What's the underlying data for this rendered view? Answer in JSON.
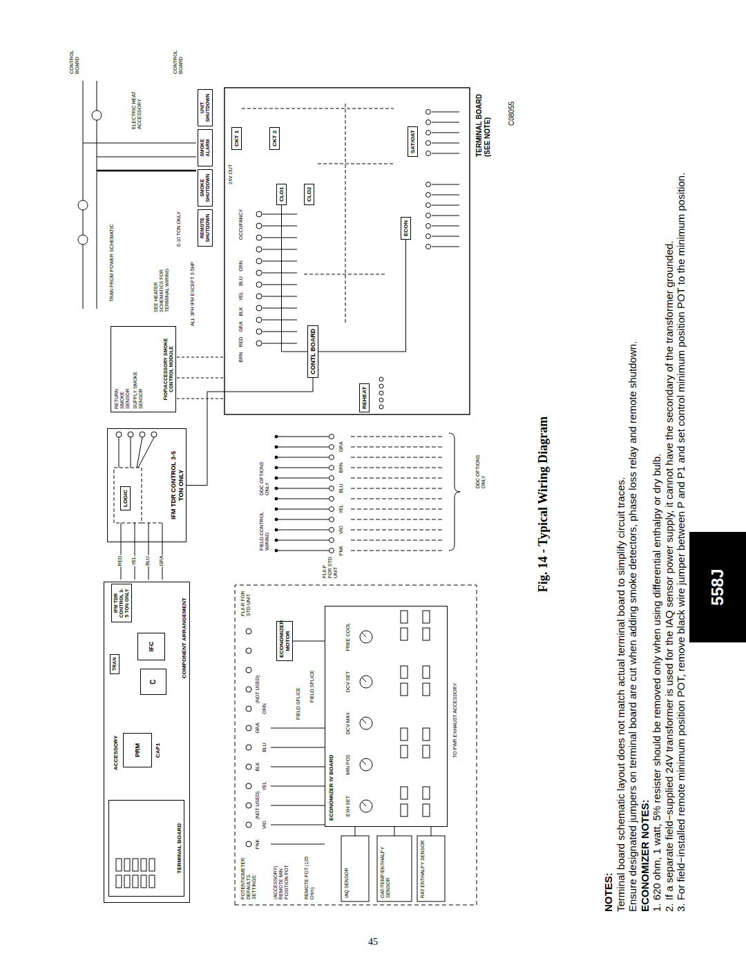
{
  "diagram": {
    "caption": "Fig. 14 - Typical Wiring Diagram",
    "nodes": [
      {
        "text": [
          "COMPONENT ARRANGEMENT"
        ]
      },
      {
        "text": [
          "TERMINAL BOARD"
        ],
        "in": 0
      },
      {
        "text": [
          "PRM"
        ],
        "in": 0
      },
      {
        "text": [
          "TRAN"
        ],
        "in": 0
      },
      {
        "text": [
          "C"
        ],
        "in": 0
      },
      {
        "text": [
          "IFC"
        ],
        "in": 0
      },
      {
        "text": [
          "IFM TDR CONTROL 3-5 TON ONLY"
        ],
        "in": 0
      },
      {
        "text": [
          "IFM TDR CONTROL 3-5 TON ONLY"
        ]
      },
      {
        "text": [
          "LOGIC"
        ],
        "in": 7
      },
      {
        "text": [
          "FIOP/ACCESSORY SMOKE CONTROL MODULE"
        ]
      },
      {
        "text": [
          "ECONOMIZER MOTOR"
        ]
      },
      {
        "text": [
          "ECONOMIZER IV BOARD"
        ]
      },
      {
        "text": [
          "CONTL BOARD"
        ]
      },
      {
        "text": [
          "REHEAT"
        ]
      },
      {
        "text": [
          "ECON"
        ]
      },
      {
        "text": [
          "SAT/OAT"
        ]
      },
      {
        "text": [
          "CLO1"
        ]
      },
      {
        "text": [
          "CLO2"
        ]
      },
      {
        "text": [
          "CKT 1"
        ]
      },
      {
        "text": [
          "CKT 2"
        ]
      },
      {
        "text": [
          "REMOTE SHUTDOWN"
        ]
      },
      {
        "text": [
          "SMOKE SHUTDOWN"
        ]
      },
      {
        "text": [
          "SMOKE ALARM"
        ]
      },
      {
        "text": [
          "UNIT SHUTDOWN"
        ]
      },
      {
        "text": [
          "558J"
        ]
      }
    ],
    "edges": [
      {
        "from": 7,
        "to": 12,
        "arrow": "none"
      },
      {
        "from": 10,
        "to": 11,
        "arrow": "none"
      },
      {
        "from": 14,
        "to": 12,
        "arrow": "none"
      },
      {
        "from": 16,
        "to": 12,
        "arrow": "none"
      }
    ],
    "labels": [
      "NOTES:",
      "Terminal board schematic layout does not match actual terminal board to simplify circuit traces.",
      "Ensure designated jumpers on terminal board are cut when adding smoke detectors, phase loss relay and remote shutdown.",
      "ECONOMIZER NOTES:",
      "1. 620 ohm, 1 watt, 5% resister should be removed only when using differential enthalpy or dry bulb.",
      "2. If a separate field−supplied 24V transformer is used for the IAQ sensor power supply, it cannot have the secondary of the transformer grounded.",
      "3. For field−installed remote minimum position POT, remove black wire jumper between P and P1 and set control minimum position POT to the minimum position.",
      "C08055",
      "TERMINAL BOARD (SEE NOTE)",
      "ACCESSORY",
      "CAP1",
      "POTENTIOMETER DEFAULTS SETTINGS:",
      "(ACCESSORY) REMOTE MIN POSITION POT",
      "REMOTE POT (135 Ohm)",
      "IAQ SENSOR",
      "OAT/TEMP/ENTHALPY SENSOR",
      "RAT ENTHALPY SENSOR",
      "PL6-R FOR STD UNIT",
      "PNK",
      "VIO",
      "(NOT USED)",
      "YEL",
      "BLK",
      "BLU",
      "GRA",
      "ORN",
      "(NOT USED)",
      "FIELD SPLICE",
      "FIELD SPLICE",
      "EXH SET",
      "MIN POS",
      "DCV MAX",
      "DCV SET",
      "FREE COOL",
      "TO PWR EXHAUST ACCESSORY",
      "PL6-P FOR STD UNIT",
      "PNK",
      "VIO",
      "YEL",
      "BLU",
      "BRN",
      "GRA",
      "FIELD CONTROL WIRING",
      "DDC OPTIONS ONLY",
      "DDC OPTIONS ONLY",
      "RED",
      "YEL",
      "BLU",
      "GRA",
      "RETURN SMOKE SENSOR",
      "SUPPLY SMOKE SENSOR",
      "TRAN FROM POWER SCHEMATIC",
      "SEE HEATER SCHEMATICS FOR TERMINAL WIRING",
      "6-10 TON ONLY",
      "ALL 3PH IFM EXCEPT 3-5HP",
      "ELECTRIC HEAT ACCESSORY",
      "CONTROL BOARD",
      "CONTROL BOARD",
      "OCCUPANCY",
      "BRN",
      "RED",
      "GRA",
      "BLK",
      "YEL",
      "BLU",
      "ORN",
      "24V OUT",
      "45"
    ]
  }
}
